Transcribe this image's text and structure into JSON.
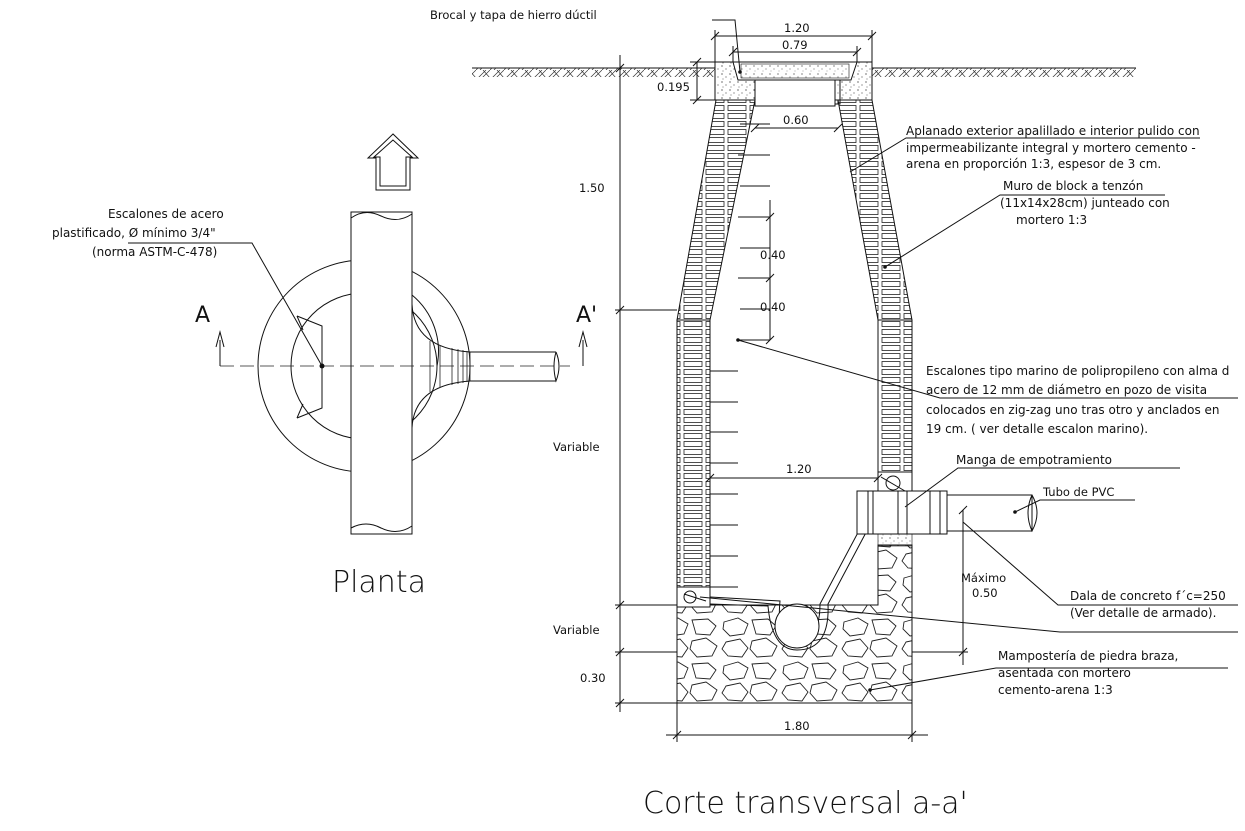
{
  "plan": {
    "title": "Planta",
    "section_left": "A",
    "section_right": "A'",
    "steps_note": [
      "Escalones de acero",
      "plastificado, Ø mínimo 3/4\"",
      "(norma ASTM-C-478)"
    ]
  },
  "section": {
    "title": "Corte transversal a-a'",
    "labels": {
      "brocal": "Brocal y tapa  de hierro dúctil",
      "aplanado": [
        "Aplanado exterior apalillado e interior pulido con",
        "impermeabilizante integral y mortero cemento -",
        "arena en proporción 1:3, espesor de  3 cm."
      ],
      "muro": [
        "Muro de block a tenzón",
        "(11x14x28cm) junteado con",
        "mortero 1:3"
      ],
      "escalones": [
        "Escalones tipo marino de polipropileno con alma d",
        "acero de 12 mm de diámetro en pozo de visita",
        "colocados en zig-zag uno tras otro y anclados en",
        "19 cm. ( ver detalle escalon marino)."
      ],
      "manga": "Manga de empotramiento",
      "tubo": "Tubo de PVC",
      "maximo": [
        "Máximo",
        "0.50"
      ],
      "dala": [
        "Dala de concreto f´c=250",
        "(Ver detalle de armado)."
      ],
      "mamposteria": [
        "Mampostería de piedra braza,",
        "asentada con mortero",
        "cemento-arena 1:3"
      ]
    },
    "dims": {
      "top_width": "1.20",
      "cover_width": "0.79",
      "neck_width": "0.60",
      "brocal_height": "0.195",
      "cone_height": "1.50",
      "step_spacing_1": "0.40",
      "step_spacing_2": "0.40",
      "inner_width": "1.20",
      "body_height": "Variable",
      "bench_height": "Variable",
      "base_height": "0.30",
      "base_width": "1.80"
    }
  }
}
